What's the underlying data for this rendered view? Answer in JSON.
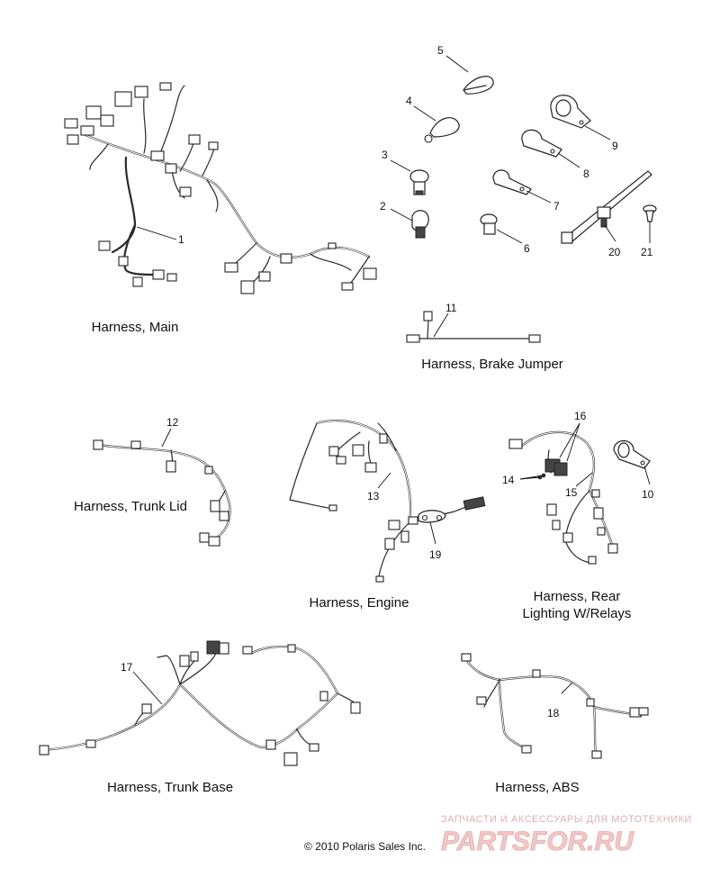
{
  "callouts": {
    "c1": "1",
    "c2": "2",
    "c3": "3",
    "c4": "4",
    "c5": "5",
    "c6": "6",
    "c7": "7",
    "c8": "8",
    "c9": "9",
    "c10": "10",
    "c11": "11",
    "c12": "12",
    "c13": "13",
    "c14": "14",
    "c15": "15",
    "c16": "16",
    "c17": "17",
    "c18": "18",
    "c19": "19",
    "c20": "20",
    "c21": "21"
  },
  "captions": {
    "main": "Harness, Main",
    "brake_jumper": "Harness, Brake Jumper",
    "trunk_lid": "Harness, Trunk Lid",
    "engine": "Harness, Engine",
    "rear_lighting_line1": "Harness, Rear",
    "rear_lighting_line2": "Lighting W/Relays",
    "trunk_base": "Harness, Trunk Base",
    "abs": "Harness, ABS"
  },
  "footer": {
    "copyright": "© 2010 Polaris Sales Inc."
  },
  "watermark": {
    "tagline": "ЗАПЧАСТИ И АКСЕССУАРЫ ДЛЯ МОТОТЕХНИКИ",
    "brand": "PARTSFOR.RU"
  },
  "colors": {
    "line": "#2a2a2a",
    "watermark": "#f0c8c8"
  }
}
